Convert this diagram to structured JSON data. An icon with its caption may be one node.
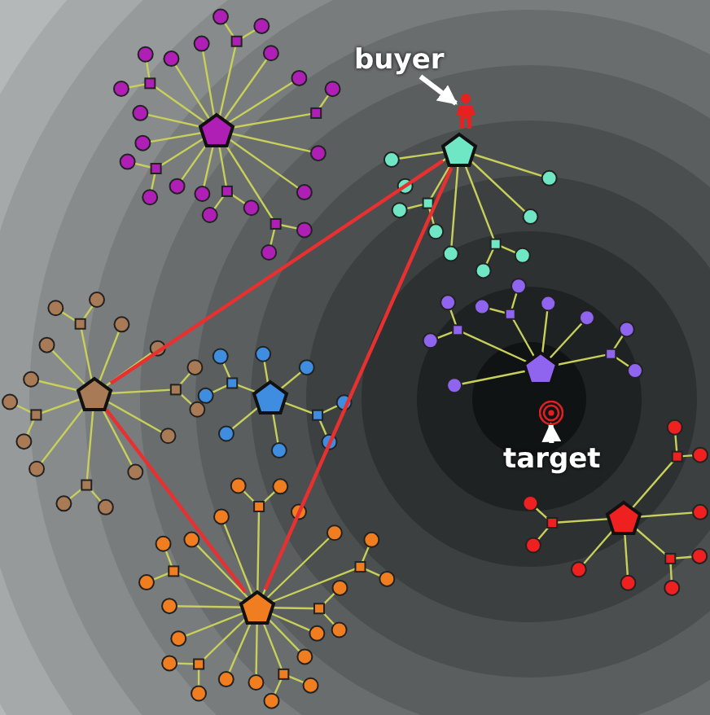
{
  "diagram": {
    "nodes": [
      {
        "text": [
          "buyer"
        ]
      },
      {
        "text": [],
        "shape": "person"
      },
      {
        "text": [],
        "shape": "pentagon"
      },
      {
        "text": [],
        "shape": "pentagon"
      },
      {
        "text": [],
        "shape": "pentagon"
      },
      {
        "text": [],
        "shape": "pentagon"
      },
      {
        "text": [],
        "shape": "pentagon"
      },
      {
        "text": [],
        "shape": "circle"
      },
      {
        "text": [
          "target"
        ]
      },
      {
        "text": [],
        "shape": "pentagon"
      },
      {
        "text": [],
        "shape": "pentagon"
      }
    ],
    "edges": [
      {
        "from": 0,
        "to": 1,
        "arrow": "to",
        "color": "#ffffff"
      },
      {
        "from": 8,
        "to": 7,
        "arrow": "to",
        "color": "#ffffff"
      },
      {
        "from": 3,
        "to": 4,
        "arrow": "none"
      },
      {
        "from": 3,
        "to": 9,
        "arrow": "none"
      },
      {
        "from": 4,
        "to": 9,
        "arrow": "none"
      }
    ]
  }
}
